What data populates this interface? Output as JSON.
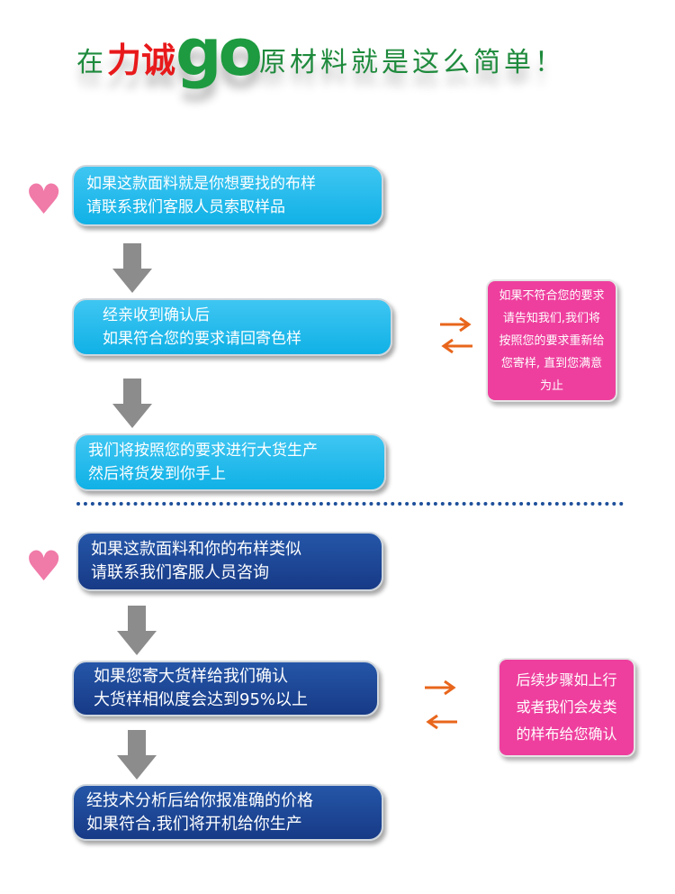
{
  "title": {
    "part1": "在",
    "part2": "力诚",
    "part3": "go",
    "part4": "原材料就是这么简单！"
  },
  "colors": {
    "light_blue": "#10b1e6",
    "dark_blue": "#173a86",
    "pink": "#ee3f9e",
    "orange": "#e8661c",
    "arrow_gray": "#8c8c8c"
  },
  "flow1": {
    "step1": [
      "如果这款面料就是你想要找的布样",
      "请联系我们客服人员索取样品"
    ],
    "step2": [
      "经亲收到确认后",
      "如果符合您的要求请回寄色样"
    ],
    "step3": [
      "我们将按照您的要求进行大货生产",
      "然后将货发到你手上"
    ],
    "side": [
      "如果不符合您的要求",
      "请告知我们,我们将",
      "按照您的要求重新给",
      "您寄样, 直到您满意",
      "为止"
    ]
  },
  "flow2": {
    "step1": [
      "如果这款面料和你的布样类似",
      "请联系我们客服人员咨询"
    ],
    "step2": [
      "如果您寄大货样给我们确认",
      "大货样相似度会达到95%以上"
    ],
    "step3": [
      "经技术分析后给你报准确的价格",
      "如果符合,我们将开机给你生产"
    ],
    "side": [
      "后续步骤如上行",
      "或者我们会发类",
      "的样布给您确认"
    ]
  }
}
